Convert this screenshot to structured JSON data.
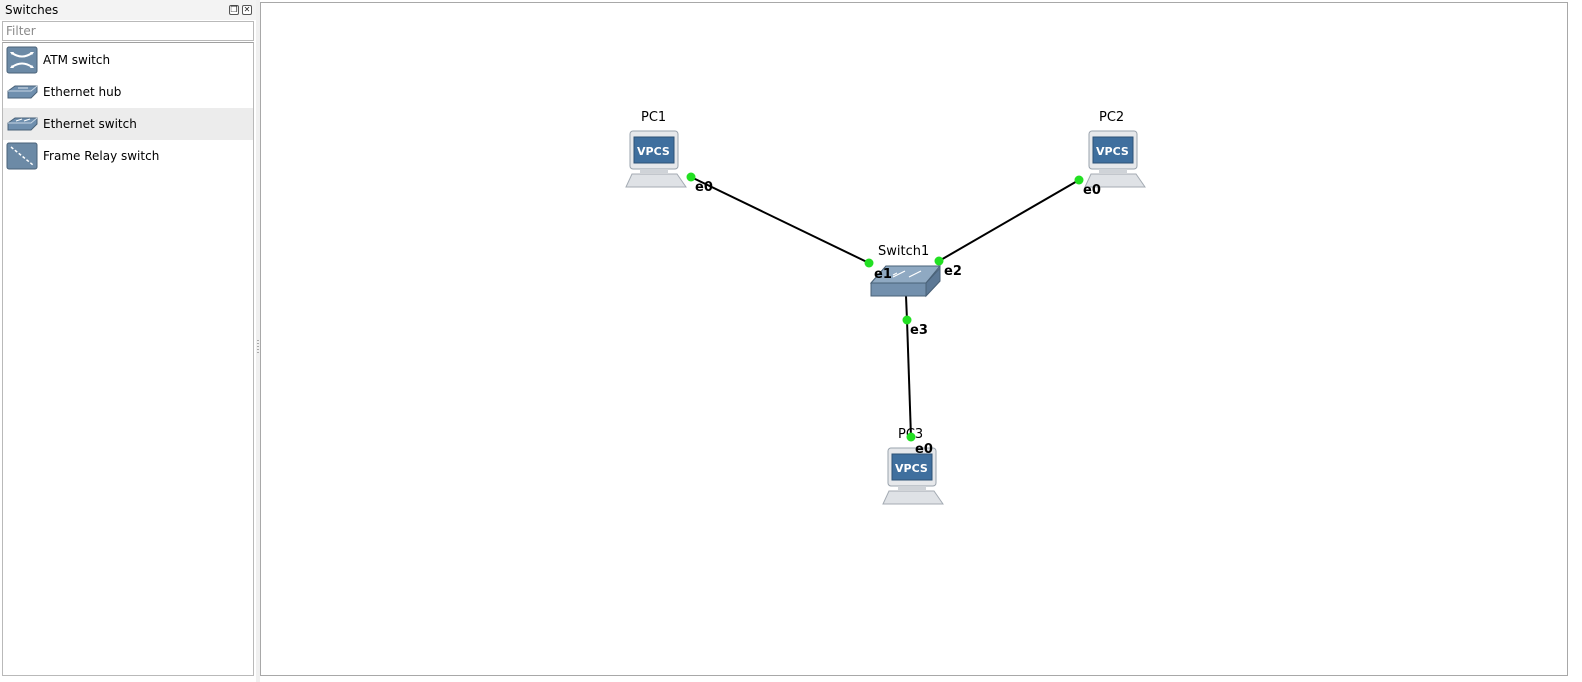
{
  "dock": {
    "title": "Switches",
    "filter_placeholder": "Filter",
    "items": [
      {
        "label": "ATM switch",
        "icon": "atm-switch-icon"
      },
      {
        "label": "Ethernet hub",
        "icon": "ethernet-hub-icon"
      },
      {
        "label": "Ethernet switch",
        "icon": "ethernet-switch-icon",
        "selected": true
      },
      {
        "label": "Frame Relay switch",
        "icon": "frame-relay-switch-icon"
      }
    ]
  },
  "topology": {
    "nodes": {
      "pc1": {
        "label": "PC1",
        "screen_text": "VPCS",
        "port": "e0"
      },
      "pc2": {
        "label": "PC2",
        "screen_text": "VPCS",
        "port": "e0"
      },
      "pc3": {
        "label": "PC3",
        "screen_text": "VPCS",
        "port": "e0"
      },
      "switch1": {
        "label": "Switch1",
        "ports": {
          "p1": "e1",
          "p2": "e2",
          "p3": "e3"
        }
      }
    },
    "link_status_color": "#22e022"
  }
}
